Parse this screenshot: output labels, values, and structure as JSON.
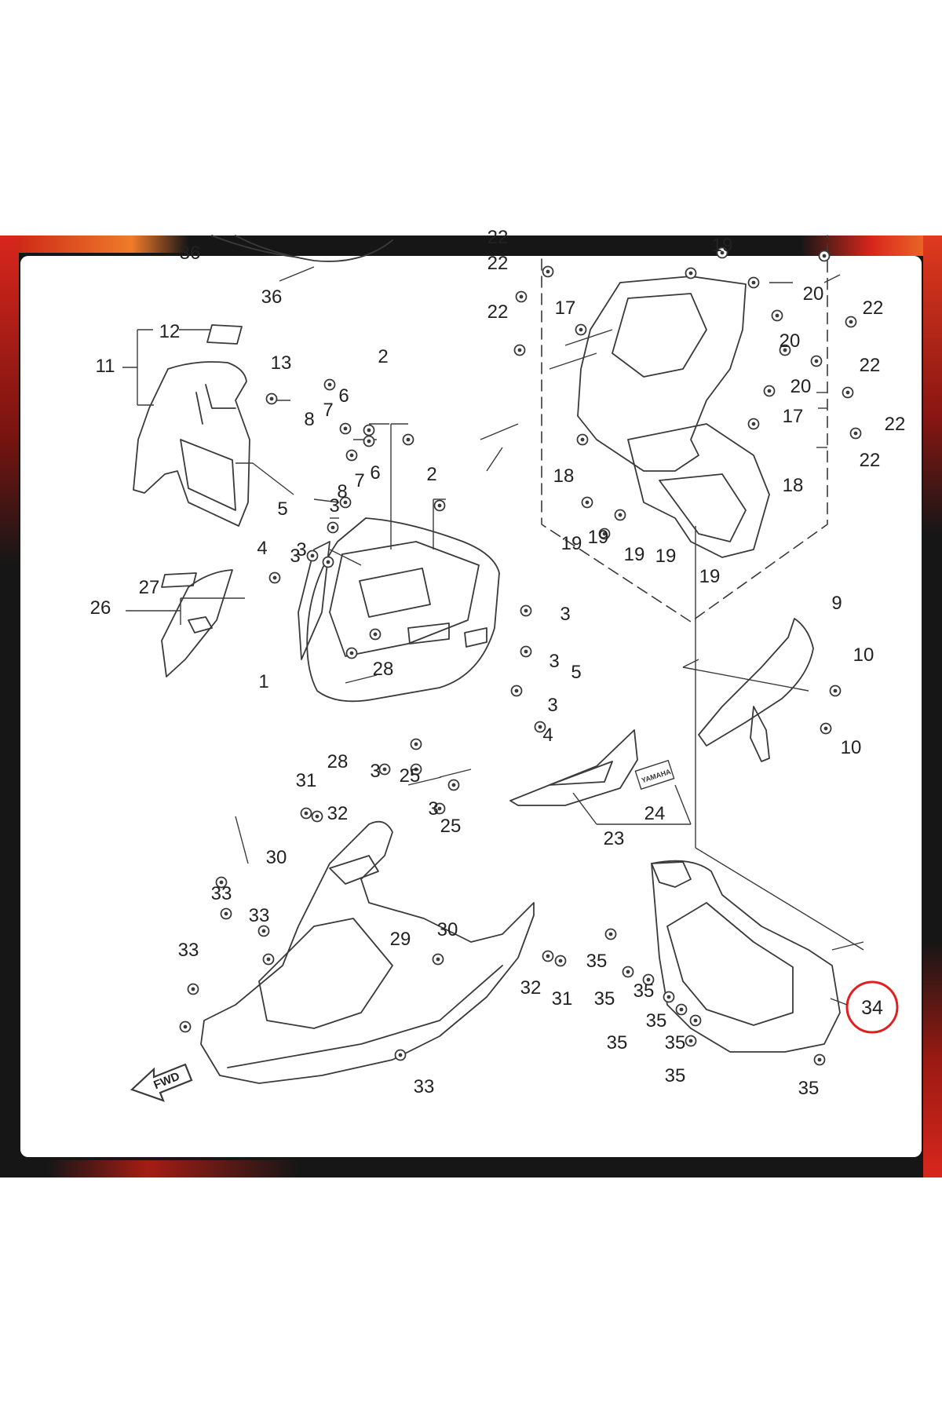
{
  "colors": {
    "line": "#3a3a3a",
    "label": "#222222",
    "highlight_ring": "#e02020",
    "frame_dark": "#161616",
    "frame_accent_red": "#d8261c",
    "frame_accent_orange": "#f07b2a"
  },
  "logo_text": "FWD",
  "emblem_text": "YAMAHA",
  "highlight_label": "34",
  "callouts": [
    {
      "label": "36"
    },
    {
      "label": "36"
    },
    {
      "label": "22"
    },
    {
      "label": "22"
    },
    {
      "label": "22"
    },
    {
      "label": "22"
    },
    {
      "label": "22"
    },
    {
      "label": "22"
    },
    {
      "label": "22"
    },
    {
      "label": "19"
    },
    {
      "label": "19"
    },
    {
      "label": "19"
    },
    {
      "label": "19"
    },
    {
      "label": "19"
    },
    {
      "label": "19"
    },
    {
      "label": "20"
    },
    {
      "label": "20"
    },
    {
      "label": "20"
    },
    {
      "label": "17"
    },
    {
      "label": "17"
    },
    {
      "label": "18"
    },
    {
      "label": "18"
    },
    {
      "label": "12"
    },
    {
      "label": "11"
    },
    {
      "label": "13"
    },
    {
      "label": "2"
    },
    {
      "label": "2"
    },
    {
      "label": "6"
    },
    {
      "label": "6"
    },
    {
      "label": "8"
    },
    {
      "label": "8"
    },
    {
      "label": "7"
    },
    {
      "label": "7"
    },
    {
      "label": "5"
    },
    {
      "label": "5"
    },
    {
      "label": "3"
    },
    {
      "label": "3"
    },
    {
      "label": "3"
    },
    {
      "label": "3"
    },
    {
      "label": "3"
    },
    {
      "label": "3"
    },
    {
      "label": "3"
    },
    {
      "label": "3"
    },
    {
      "label": "4"
    },
    {
      "label": "4"
    },
    {
      "label": "27"
    },
    {
      "label": "26"
    },
    {
      "label": "1"
    },
    {
      "label": "28"
    },
    {
      "label": "28"
    },
    {
      "label": "9"
    },
    {
      "label": "10"
    },
    {
      "label": "10"
    },
    {
      "label": "25"
    },
    {
      "label": "25"
    },
    {
      "label": "24"
    },
    {
      "label": "23"
    },
    {
      "label": "31"
    },
    {
      "label": "31"
    },
    {
      "label": "32"
    },
    {
      "label": "32"
    },
    {
      "label": "30"
    },
    {
      "label": "30"
    },
    {
      "label": "33"
    },
    {
      "label": "33"
    },
    {
      "label": "33"
    },
    {
      "label": "33"
    },
    {
      "label": "29"
    },
    {
      "label": "35"
    },
    {
      "label": "35"
    },
    {
      "label": "35"
    },
    {
      "label": "35"
    },
    {
      "label": "35"
    },
    {
      "label": "35"
    },
    {
      "label": "35"
    },
    {
      "label": "35"
    }
  ]
}
